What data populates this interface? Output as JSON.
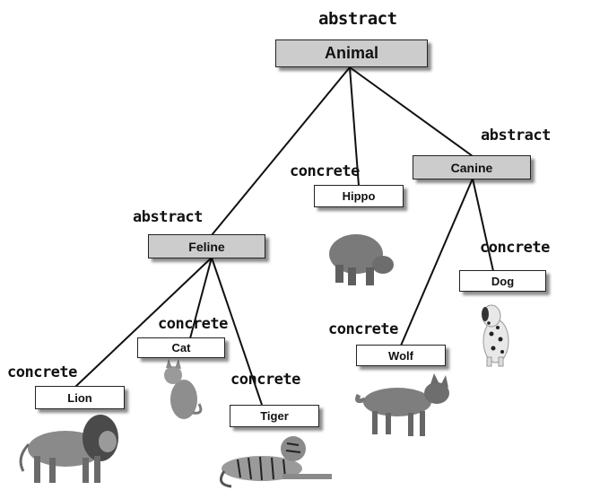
{
  "nodes": {
    "animal": {
      "label": "Animal",
      "tag": "abstract"
    },
    "feline": {
      "label": "Feline",
      "tag": "abstract"
    },
    "canine": {
      "label": "Canine",
      "tag": "abstract"
    },
    "hippo": {
      "label": "Hippo",
      "tag": "concrete"
    },
    "lion": {
      "label": "Lion",
      "tag": "concrete"
    },
    "cat": {
      "label": "Cat",
      "tag": "concrete"
    },
    "tiger": {
      "label": "Tiger",
      "tag": "concrete"
    },
    "wolf": {
      "label": "Wolf",
      "tag": "concrete"
    },
    "dog": {
      "label": "Dog",
      "tag": "concrete"
    }
  },
  "colors": {
    "abstract_fill": "#cccccc",
    "concrete_fill": "#ffffff",
    "line": "#111111"
  }
}
